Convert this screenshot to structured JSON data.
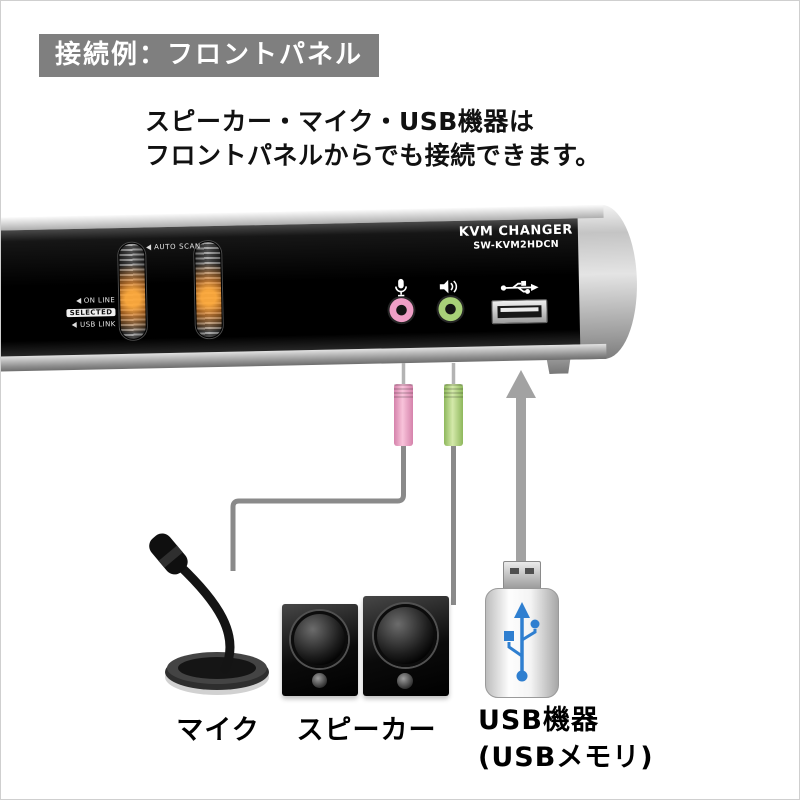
{
  "header": {
    "badge": "接続例：フロントパネル",
    "description": [
      "スピーカー・マイク・USB機器は",
      "フロントパネルからでも接続できます。"
    ]
  },
  "device": {
    "brand": "KVM CHANGER",
    "model": "SW-KVM2HDCN",
    "panel": {
      "auto_scan": "AUTO SCAN",
      "on_line": "ON LINE",
      "selected": "SELECTED",
      "usb_link": "USB LINK"
    }
  },
  "captions": {
    "mic": "マイク",
    "speaker": "スピーカー",
    "usb_line1": "USB機器",
    "usb_line2": "(USBメモリ)"
  },
  "colors": {
    "badge_bg": "#7f7f7f",
    "mic_plug": "#f2a8cc",
    "speaker_plug": "#a9d078",
    "arrow": "#a2a2a2",
    "usb_symbol_blue": "#2f7fd0",
    "panel_black": "#000000"
  }
}
